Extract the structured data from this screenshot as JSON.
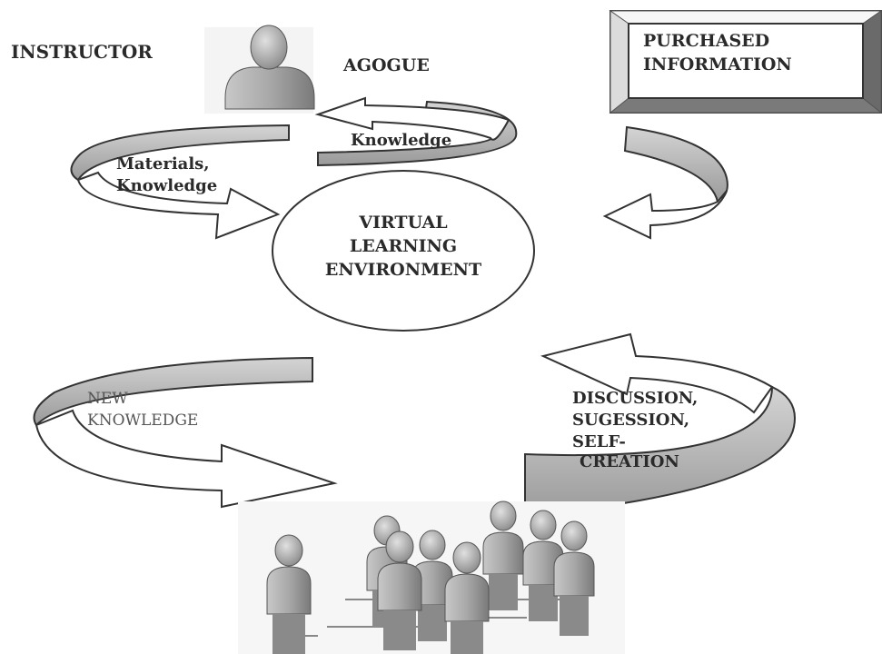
{
  "labels": {
    "instructor": "INSTRUCTOR",
    "agogue": "AGOGUE",
    "purchased_line1": "PURCHASED",
    "purchased_line2": "INFORMATION",
    "knowledge": "Knowledge",
    "materials_line1": "Materials,",
    "materials_line2": "Knowledge",
    "vle_line1": "VIRTUAL",
    "vle_line2": "LEARNING",
    "vle_line3": "ENVIRONMENT",
    "new_line1": "NEW",
    "new_line2": "KNOWLEDGE",
    "disc_line1": "DISCUSSION,",
    "disc_line2": "SUGESSION,",
    "disc_line3": "SELF-",
    "disc_line4": "CREATION"
  },
  "icons": {
    "instructor": "person-icon",
    "learners": "group-of-people-icon"
  },
  "colors": {
    "text": "#2a2a2a",
    "arrow_shade": "#b8b8b8",
    "person_gray": "#9a9a9a"
  }
}
